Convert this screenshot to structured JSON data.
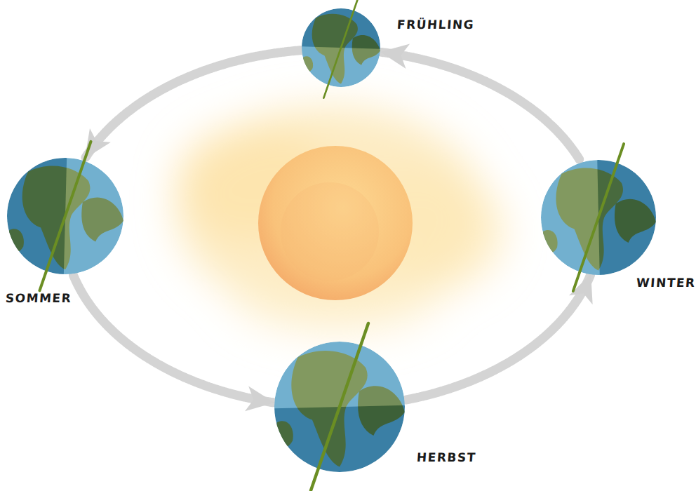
{
  "diagram": {
    "nodes": [
      {
        "text": [
          "FRÜHLING"
        ]
      },
      {
        "text": [
          "SOMMER"
        ]
      },
      {
        "text": [
          "WINTER"
        ]
      },
      {
        "text": [
          "HERBST"
        ]
      }
    ],
    "edges": [
      {
        "from": 0,
        "to": 1,
        "arrow": "to"
      },
      {
        "from": 1,
        "to": 3,
        "arrow": "to"
      },
      {
        "from": 3,
        "to": 2,
        "arrow": "to"
      },
      {
        "from": 2,
        "to": 0,
        "arrow": "to"
      }
    ]
  }
}
